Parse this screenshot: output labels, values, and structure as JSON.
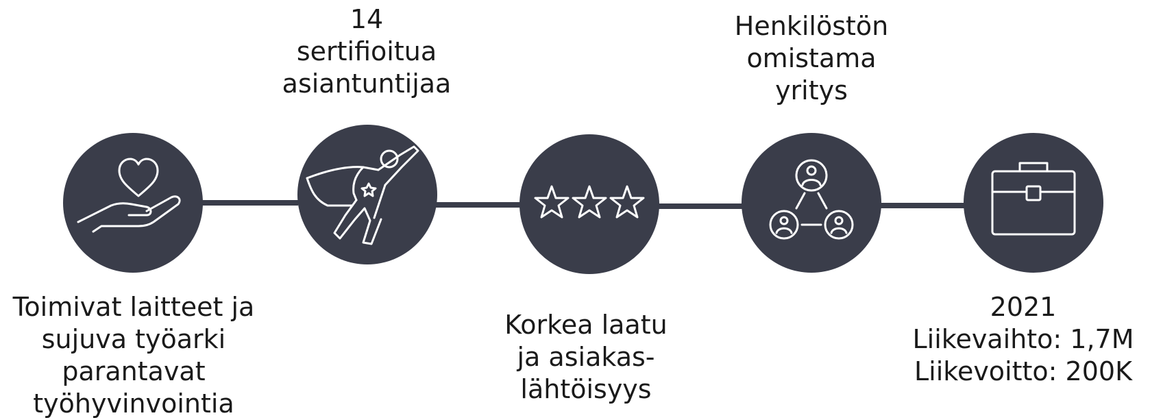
{
  "steps": [
    {
      "icon": "heart-hand-icon",
      "label": "Toimivat laitteet ja\nsujuva työarki\nparantavat\ntyöhyvinvointia",
      "label_position": "below"
    },
    {
      "icon": "superhero-icon",
      "label": "14\nsertifioitua\nasiantuntijaa",
      "label_position": "above"
    },
    {
      "icon": "three-stars-icon",
      "label": "Korkea laatu\nja asiakas-\nlähtöisyys",
      "label_position": "below"
    },
    {
      "icon": "people-network-icon",
      "label": "Henkilöstön\nomistama\nyritys",
      "label_position": "above"
    },
    {
      "icon": "briefcase-icon",
      "label": "2021\nLiikevaihto: 1,7M\nLiikevoitto: 200K",
      "label_position": "below"
    }
  ],
  "colors": {
    "circle": "#3a3d4a",
    "line": "#3a3d4a",
    "icon_stroke": "#ffffff",
    "text": "#1a1a1a"
  }
}
